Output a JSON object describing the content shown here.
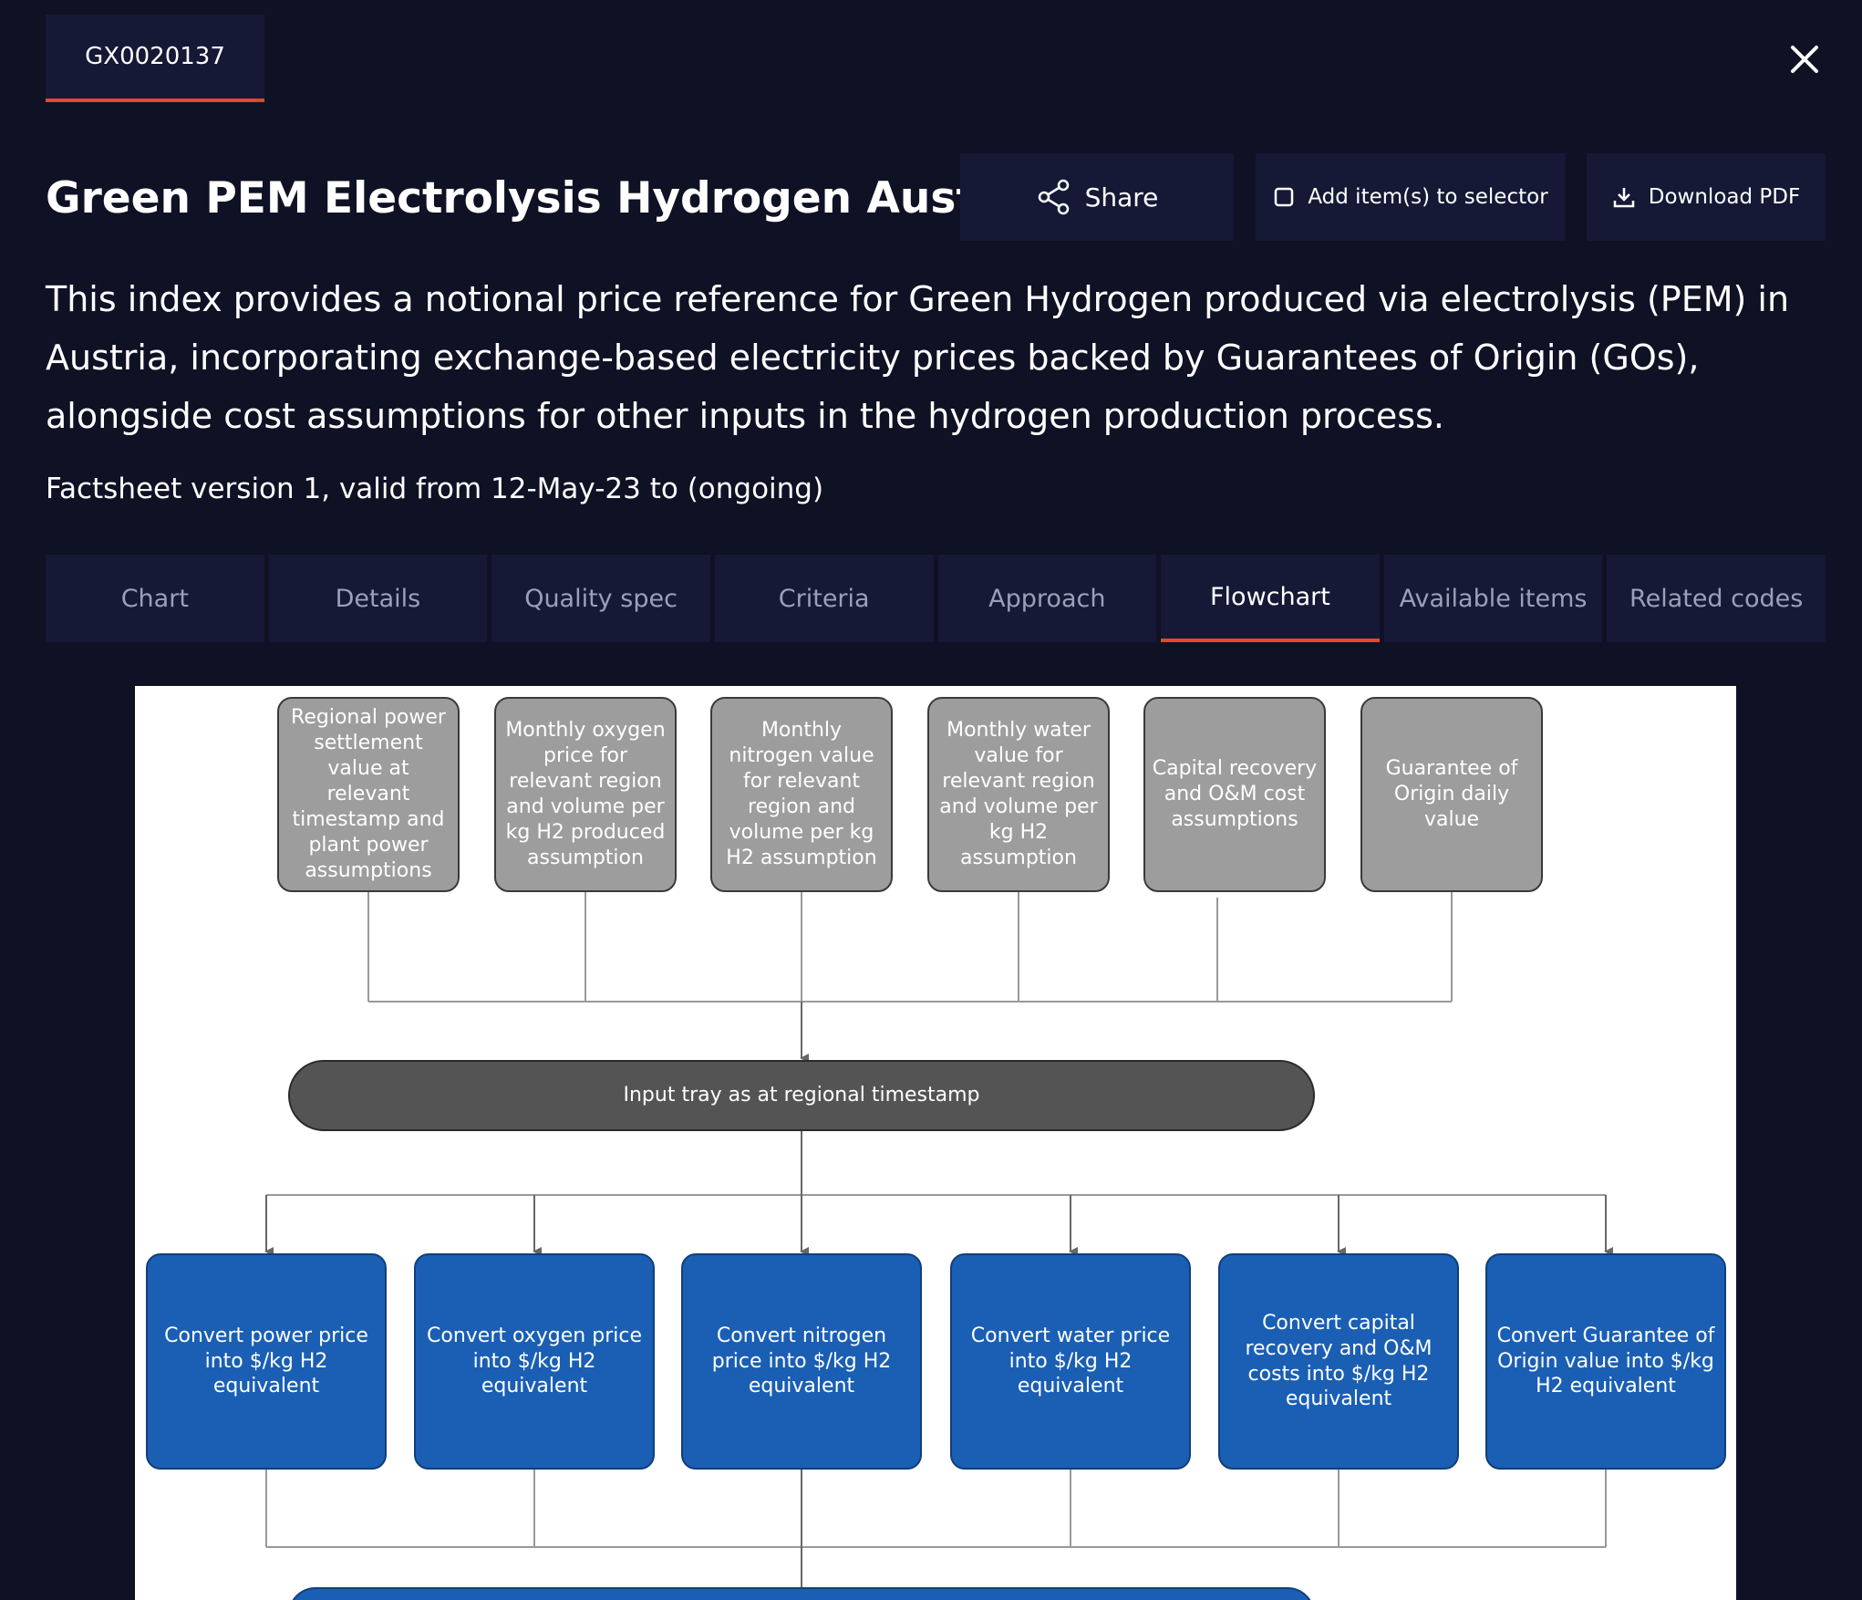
{
  "header": {
    "code_tab": "GX0020137",
    "title": "Green PEM Electrolysis Hydrogen Austria",
    "description": "This index provides a notional price reference for Green Hydrogen produced via electrolysis (PEM) in Austria, incorporating exchange-based electricity prices backed by Guarantees of Origin (GOs), alongside cost assumptions for other inputs in the hydrogen production process.",
    "version": "Factsheet version 1, valid from 12-May-23 to (ongoing)"
  },
  "actions": {
    "share": "Share",
    "add_selector": "Add item(s) to selector",
    "download_pdf": "Download PDF"
  },
  "tabs": [
    {
      "label": "Chart"
    },
    {
      "label": "Details"
    },
    {
      "label": "Quality spec"
    },
    {
      "label": "Criteria"
    },
    {
      "label": "Approach"
    },
    {
      "label": "Flowchart",
      "active": true
    },
    {
      "label": "Available items"
    },
    {
      "label": "Related codes"
    }
  ],
  "flowchart": {
    "inputs": [
      {
        "label": "Regional power settlement value at relevant timestamp and plant power assumptions"
      },
      {
        "label": "Monthly oxygen price for relevant region and volume per kg H2 produced assumption"
      },
      {
        "label": "Monthly nitrogen value for relevant region and volume per kg H2 assumption"
      },
      {
        "label": "Monthly water value for relevant region and volume per kg H2 assumption"
      },
      {
        "label": "Capital recovery and O&M cost assumptions"
      },
      {
        "label": "Guarantee of Origin daily value"
      }
    ],
    "tray": "Input tray as at regional timestamp",
    "conversions": [
      {
        "label": "Convert power price into $/kg H2 equivalent"
      },
      {
        "label": "Convert oxygen price into $/kg H2 equivalent"
      },
      {
        "label": "Convert nitrogen price into $/kg H2 equivalent"
      },
      {
        "label": "Convert water price into $/kg H2 equivalent"
      },
      {
        "label": "Convert capital recovery and O&M costs into $/kg H2 equivalent"
      },
      {
        "label": "Convert Guarantee of Origin value into $/kg H2 equivalent"
      }
    ]
  },
  "colors": {
    "background": "#0f1124",
    "panel": "#151936",
    "accent": "#e8452c",
    "grey_box": "#9d9d9d",
    "tray": "#545454",
    "blue_box": "#1a5fb4"
  },
  "icons": {
    "close": "close-icon",
    "share": "share-icon",
    "checkbox": "checkbox-icon",
    "download": "download-icon"
  }
}
